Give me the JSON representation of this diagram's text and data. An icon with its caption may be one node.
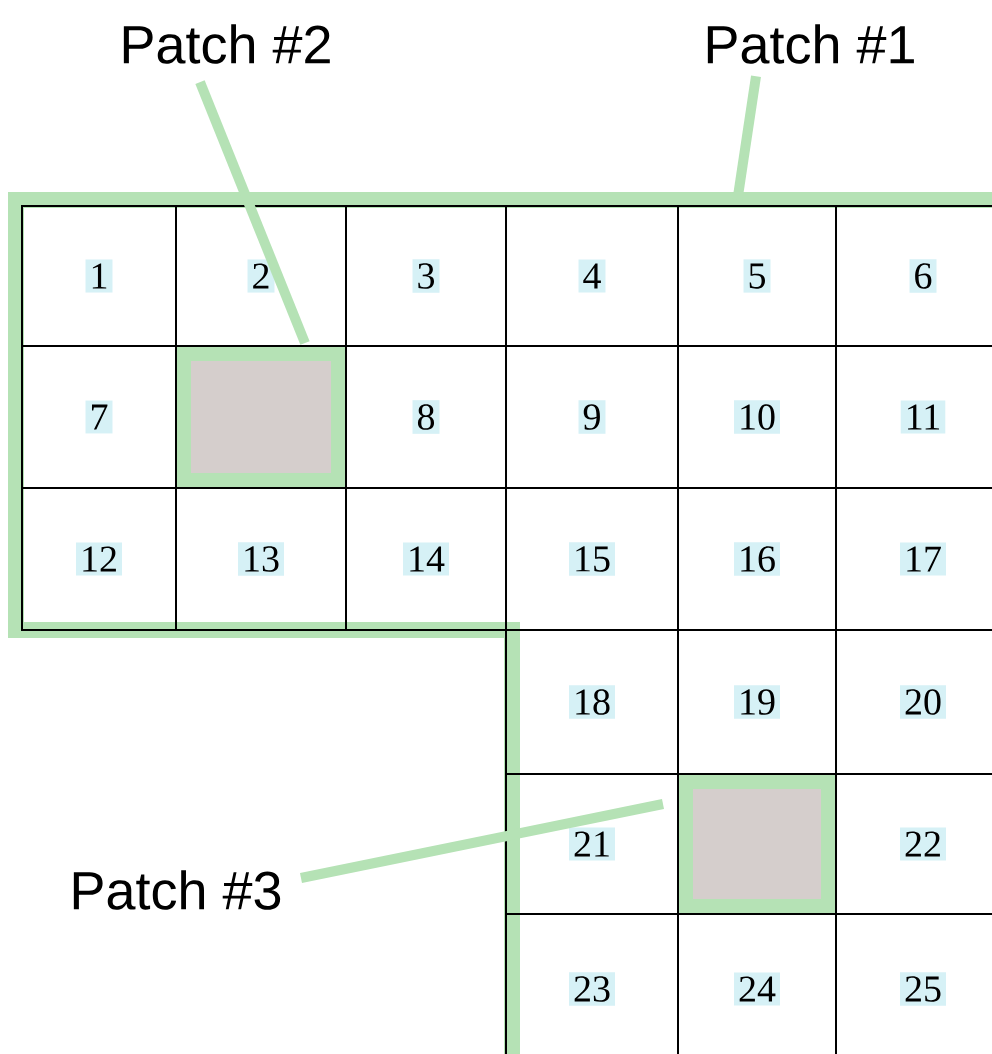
{
  "diagram": {
    "nodes": [
      {
        "text": [
          "Patch #2"
        ]
      },
      {
        "text": [
          "Patch #1"
        ]
      },
      {
        "text": [],
        "shape": "box"
      },
      {
        "text": [
          "1"
        ],
        "in": 2
      },
      {
        "text": [
          "2"
        ],
        "in": 2
      },
      {
        "text": [
          "3"
        ],
        "in": 2
      },
      {
        "text": [
          "4"
        ],
        "in": 2
      },
      {
        "text": [
          "5"
        ],
        "in": 2
      },
      {
        "text": [
          "6"
        ],
        "in": 2
      },
      {
        "text": [
          "7"
        ],
        "in": 2
      },
      {
        "text": [],
        "shape": "box",
        "in": 2
      },
      {
        "text": [
          "8"
        ],
        "in": 2
      },
      {
        "text": [
          "9"
        ],
        "in": 2
      },
      {
        "text": [
          "10"
        ],
        "in": 2
      },
      {
        "text": [
          "11"
        ],
        "in": 2
      },
      {
        "text": [
          "12"
        ],
        "in": 2
      },
      {
        "text": [
          "13"
        ],
        "in": 2
      },
      {
        "text": [
          "14"
        ],
        "in": 2
      },
      {
        "text": [
          "15"
        ],
        "in": 2
      },
      {
        "text": [
          "16"
        ],
        "in": 2
      },
      {
        "text": [
          "17"
        ],
        "in": 2
      },
      {
        "text": [
          "18"
        ],
        "in": 2
      },
      {
        "text": [
          "19"
        ],
        "in": 2
      },
      {
        "text": [
          "20"
        ],
        "in": 2
      },
      {
        "text": [
          "Patch #3"
        ]
      },
      {
        "text": [
          "21"
        ],
        "in": 2
      },
      {
        "text": [],
        "shape": "box",
        "in": 2
      },
      {
        "text": [
          "22"
        ],
        "in": 2
      },
      {
        "text": [
          "23"
        ],
        "in": 2
      },
      {
        "text": [
          "24"
        ],
        "in": 2
      },
      {
        "text": [
          "25"
        ],
        "in": 2
      }
    ],
    "edges": [
      {
        "from": 0,
        "to": 10,
        "arrow": "none"
      },
      {
        "from": 1,
        "to": 2,
        "arrow": "none"
      },
      {
        "from": 24,
        "to": 26,
        "arrow": "none"
      }
    ]
  }
}
